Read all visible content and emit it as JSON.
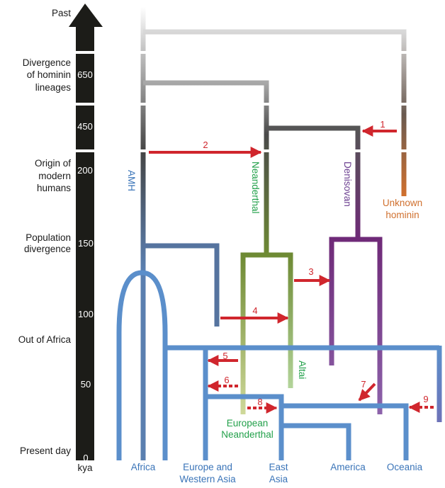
{
  "axis": {
    "labels": {
      "past": "Past",
      "divergence": [
        "Divergence",
        "of hominin",
        "lineages"
      ],
      "origin": [
        "Origin of",
        "modern",
        "humans"
      ],
      "population": [
        "Population",
        "divergence"
      ],
      "out_of_africa": "Out of Africa",
      "present": "Present day"
    },
    "ticks": [
      "650",
      "450",
      "200",
      "150",
      "100",
      "50",
      "0"
    ],
    "unit": "kya"
  },
  "lineages": {
    "amh": "AMH",
    "neanderthal": "Neanderthal",
    "denisovan": "Denisovan",
    "unknown": [
      "Unknown",
      "hominin"
    ],
    "altai": "Altai",
    "european_neanderthal": [
      "European",
      "Neanderthal"
    ]
  },
  "populations": {
    "africa": "Africa",
    "europe": [
      "Europe and",
      "Western Asia"
    ],
    "east_asia": [
      "East",
      "Asia"
    ],
    "america": "America",
    "oceania": "Oceania"
  },
  "gene_flow_events": [
    "1",
    "2",
    "3",
    "4",
    "5",
    "6",
    "7",
    "8",
    "9"
  ],
  "colors": {
    "modern_human": "#5b8fcb",
    "gene_flow": "#d0262d",
    "neanderthal": "#22a04a",
    "denisovan": "#6a3d8f",
    "unknown": "#d0702e"
  }
}
